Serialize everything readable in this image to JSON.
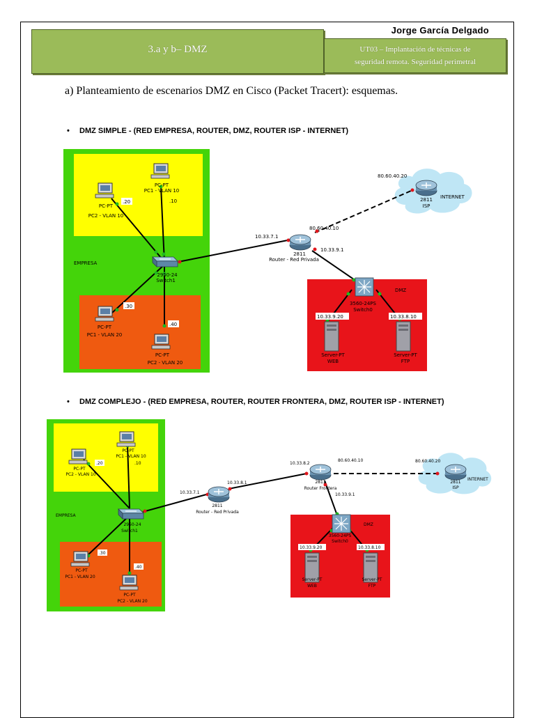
{
  "header": {
    "author": "Jorge García Delgado",
    "section": "3.a y b– DMZ",
    "unit_line1": "UT03 – Implantación de técnicas de",
    "unit_line2": "seguridad remota. Seguridad perimetral"
  },
  "content": {
    "title": "a)  Planteamiento de escenarios DMZ en Cisco (Packet Tracert): esquemas.",
    "bullet_simple": "DMZ SIMPLE - (RED EMPRESA, ROUTER, DMZ, ROUTER ISP - INTERNET)",
    "bullet_complex": "DMZ COMPLEJO - (RED EMPRESA, ROUTER, ROUTER FRONTERA, DMZ, ROUTER ISP - INTERNET)"
  },
  "diagram1": {
    "empresa": "EMPRESA",
    "dmz": "DMZ",
    "pc1_top_type": "PC-PT",
    "pc1_top_name": "PC1 - VLAN 10",
    "pc1_top_ip": ".10",
    "pc2_top_type": "PC-PT",
    "pc2_top_name": "PC2 - VLAN 10",
    "pc2_top_ip": ".20",
    "pc1_bot_type": "PC-PT",
    "pc1_bot_name": "PC1 - VLAN 20",
    "pc1_bot_ip": ".30",
    "pc2_bot_type": "PC-PT",
    "pc2_bot_name": "PC2 - VLAN 20",
    "pc2_bot_ip": ".40",
    "switch_model": "2950-24",
    "switch_name": "Switch1",
    "router_model": "2811",
    "router_name": "Router - Red Privada",
    "router_ip_lan": "10.33.7.1",
    "router_ip_wan": "80.60.40.10",
    "router_ip_dmz": "10.33.9.1",
    "isp_model": "2811",
    "isp_name": "ISP",
    "isp_ip": "80.60.40.20",
    "internet": "INTERNET",
    "dmz_switch_model": "3560-24PS",
    "dmz_switch_name": "Switch0",
    "web_ip": "10.33.9.20",
    "web_type": "Server-PT",
    "web_name": "WEB",
    "ftp_ip": "10.33.8.10",
    "ftp_type": "Server-PT",
    "ftp_name": "FTP"
  },
  "diagram2": {
    "empresa": "EMPRESA",
    "dmz": "DMZ",
    "pc1_top_type": "PC-PT",
    "pc1_top_name": "PC1 - VLAN 10",
    "pc1_top_ip": ".10",
    "pc2_top_type": "PC-PT",
    "pc2_top_name": "PC2 - VLAN 10",
    "pc2_top_ip": ".20",
    "pc1_bot_type": "PC-PT",
    "pc1_bot_name": "PC1 - VLAN 20",
    "pc1_bot_ip": ".30",
    "pc2_bot_type": "PC-PT",
    "pc2_bot_name": "PC2 - VLAN 20",
    "pc2_bot_ip": ".40",
    "switch_model": "2950-24",
    "switch_name": "Switch1",
    "router_model": "2811",
    "router_name": "Router - Red Privada",
    "router_ip_lan": "10.33.7.1",
    "router_ip_wan": "10.33.8.1",
    "border_model": "2811",
    "border_name": "Router Frontera",
    "border_ip_in": "10.33.8.2",
    "border_ip_wan": "80.60.40.10",
    "border_ip_dmz": "10.33.9.1",
    "isp_model": "2811",
    "isp_name": "ISP",
    "isp_ip": "80.60.40.20",
    "internet": "INTERNET",
    "dmz_switch_model": "3560-24PS",
    "dmz_switch_name": "Switch0",
    "web_ip": "10.33.9.20",
    "web_type": "Server-PT",
    "web_name": "WEB",
    "ftp_ip": "10.33.8.10",
    "ftp_type": "Server-PT",
    "ftp_name": "FTP"
  }
}
